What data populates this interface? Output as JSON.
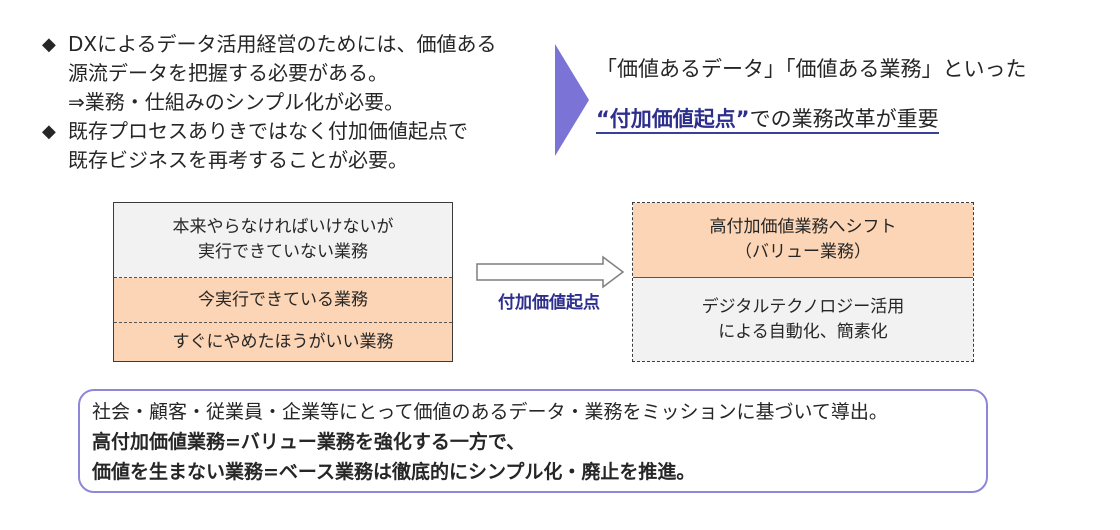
{
  "bullets": [
    {
      "mark": "◆",
      "lines": [
        "DXによるデータ活用経営のためには、価値ある",
        "源流データを把握する必要がある。",
        "⇒業務・仕組みのシンプル化が必要。"
      ]
    },
    {
      "mark": "◆",
      "lines": [
        "既存プロセスありきではなく付加価値起点で",
        "既存ビジネスを再考することが必要。"
      ]
    }
  ],
  "message": {
    "line1": "「価値あるデータ」「価値ある業務」といった",
    "emphasis": "“付加価値起点”",
    "line2_rest": "での業務改革が重要"
  },
  "left_box": {
    "segments": [
      {
        "lines": [
          "本来やらなければいけないが",
          "実行できていない業務"
        ]
      },
      {
        "lines": [
          "今実行できている業務"
        ]
      },
      {
        "lines": [
          "すぐにやめたほうがいい業務"
        ]
      }
    ]
  },
  "arrow": {
    "label": "付加価値起点"
  },
  "right_box": {
    "segments": [
      {
        "lines": [
          "高付加価値業務へシフト",
          "（バリュー業務）"
        ]
      },
      {
        "lines": [
          "デジタルテクノロジー活用",
          "による自動化、簡素化"
        ]
      }
    ]
  },
  "summary": {
    "line1": "社会・顧客・従業員・企業等にとって価値のあるデータ・業務をミッションに基づいて導出。",
    "line2": "高付加価値業務=バリュー業務を強化する一方で、",
    "line3": "価値を生まない業務=ベース業務は徹底的にシンプル化・廃止を推進。"
  },
  "colors": {
    "accent_navy": "#2e2f8c",
    "chevron": "#7b74d6",
    "peach": "#fbd5b5",
    "light_gray": "#f2f2f2",
    "summary_border": "#8e86d6"
  }
}
